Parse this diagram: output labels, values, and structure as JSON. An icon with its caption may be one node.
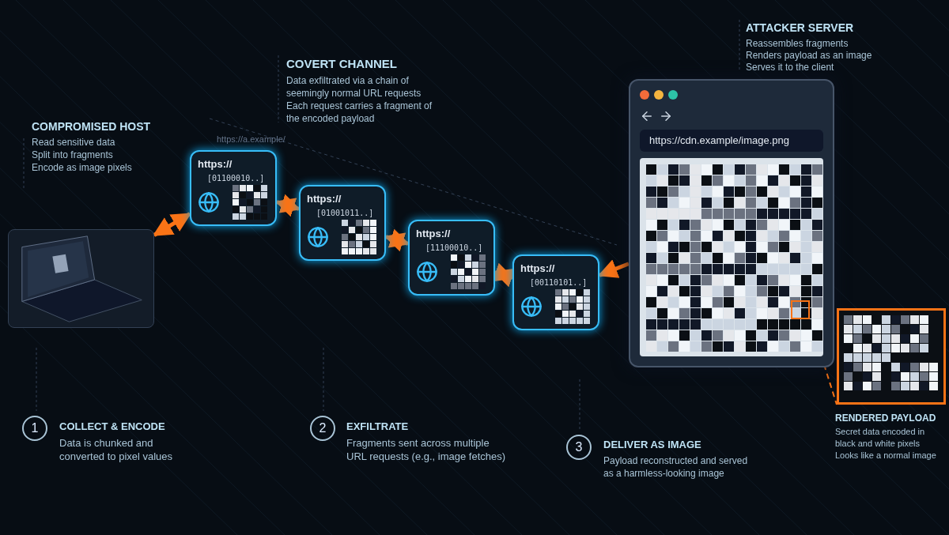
{
  "diagram": {
    "nodes": [
      {
        "text": [],
        "shape": "picture"
      },
      {
        "text": [
          "https://",
          "[01100010..]"
        ],
        "beside": [
          "https://a.example/"
        ]
      },
      {
        "text": [
          "https://",
          "[01001011..]"
        ]
      },
      {
        "text": [
          "https://",
          "[11100010..]"
        ]
      },
      {
        "text": [
          "https://",
          "[00110101..]"
        ]
      },
      {
        "text": [
          "https://cdn.example/image.png"
        ]
      },
      {
        "text": [],
        "shape": "picture"
      }
    ],
    "edges": [
      {
        "from": 0,
        "to": 1,
        "arrow": "both"
      },
      {
        "from": 1,
        "to": 2,
        "arrow": "both"
      },
      {
        "from": 2,
        "to": 3,
        "arrow": "both"
      },
      {
        "from": 3,
        "to": 4,
        "arrow": "both"
      },
      {
        "from": 5,
        "to": 4,
        "arrow": "to"
      },
      {
        "from": 5,
        "to": 6,
        "arrow": "none",
        "style": "dashed"
      }
    ],
    "labels": [
      "COVERT CHANNEL",
      "Data exfiltrated via a chain of seemingly normal URL requests Each request carries a fragment of the encoded payload",
      "ATTACKER SERVER",
      "Reassembles fragments Renders payload as an image Serves it to the client",
      "COMPROMISED HOST",
      "Read sensitive data Split into fragments Encode as image pixels",
      "1",
      "COLLECT & ENCODE",
      "Data is chunked and converted to pixel values",
      "2",
      "EXFILTRATE",
      "Fragments sent across multiple URL requests (e.g., image fetches)",
      "RENDERED PAYLOAD",
      "Secret data encoded in black and white pixels Looks like a normal image",
      "3",
      "DELIVER AS IMAGE",
      "Payload reconstructed and served as a harmless-looking image"
    ]
  }
}
